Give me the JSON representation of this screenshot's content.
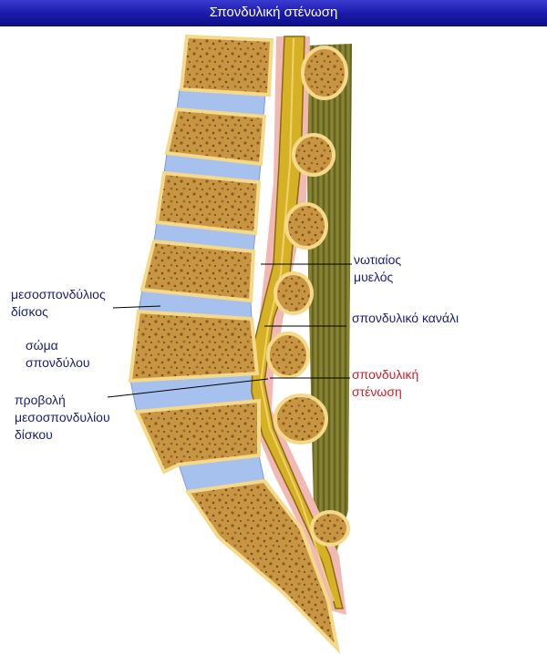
{
  "header": {
    "title": "Σπονδυλική στένωση"
  },
  "colors": {
    "header_bg": "#1a1aa8",
    "bone": "#c6913f",
    "bone_outline": "#f4d98a",
    "disc": "#a6c1ee",
    "spinal_cord": "#d7b125",
    "ligament": "#6e6b22",
    "dura": "#f1b8b4",
    "label_text": "#1c2272",
    "highlight_text": "#d0202a"
  },
  "labels": {
    "spinal_cord": [
      "νωτιαίος",
      "μυελός"
    ],
    "spinal_canal": "σπονδυλικό κανάλι",
    "spinal_stenosis": [
      "σπονδυλική",
      "στένωση"
    ],
    "intervertebral_disc": [
      "μεσοσπονδύλιος",
      "δίσκος"
    ],
    "vertebral_body": [
      "σώμα",
      "σπονδύλου"
    ],
    "disc_protrusion": [
      "προβολή",
      "μεσοσπονδυλίου",
      "δίσκου"
    ]
  }
}
